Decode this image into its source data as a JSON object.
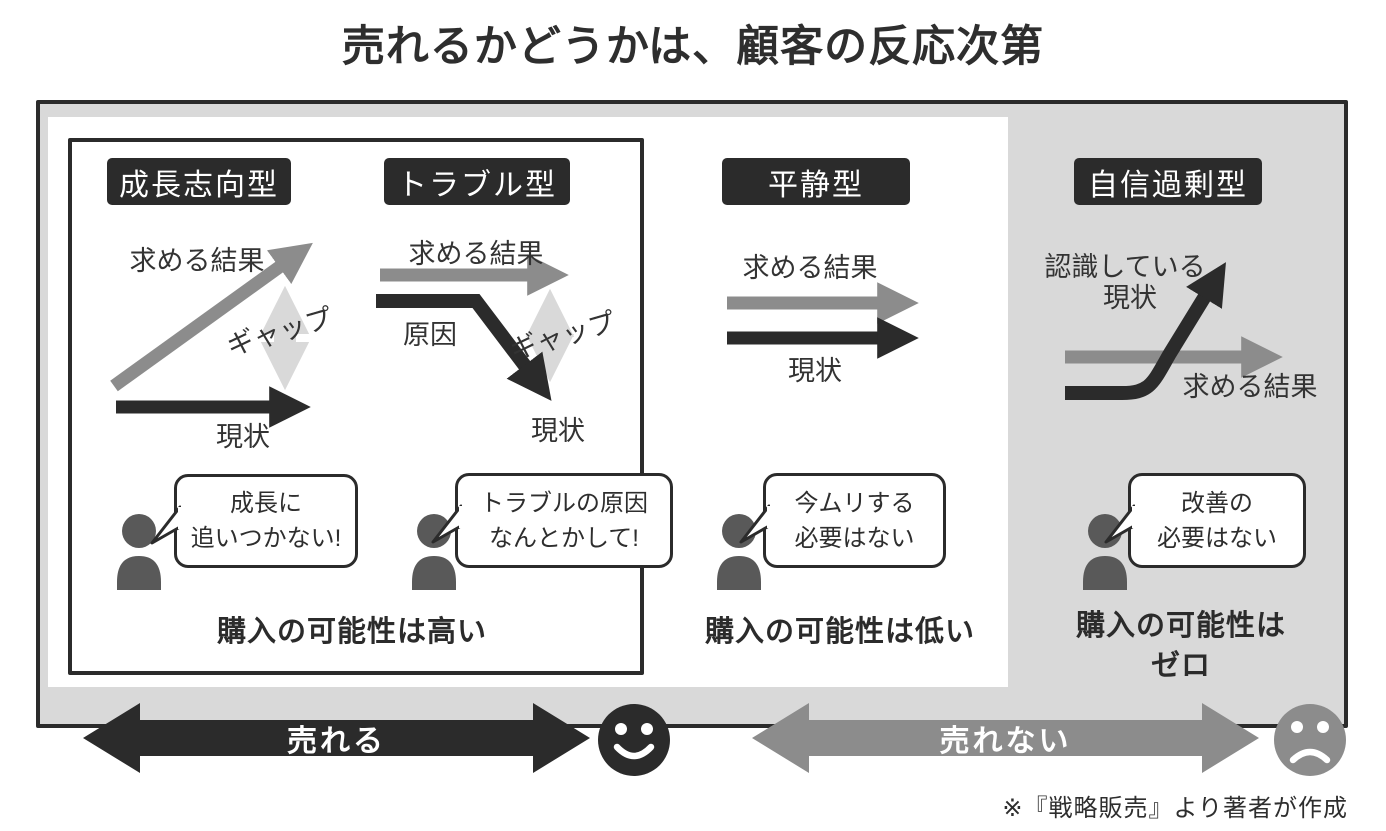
{
  "title": "売れるかどうかは、顧客の反応次第",
  "caption": "※『戦略販売』より著者が作成",
  "colors": {
    "black": "#2b2b2b",
    "gray_arrow": "#8c8c8c",
    "light_gray": "#d9d9d9",
    "person_gray": "#595959"
  },
  "panels": [
    {
      "label": "成長志向型",
      "desired_label": "求める結果",
      "gap_label": "ギャップ",
      "current_label": "現状",
      "bubble_line1": "成長に",
      "bubble_line2": "追いつかない!"
    },
    {
      "label": "トラブル型",
      "desired_label": "求める結果",
      "cause_label": "原因",
      "gap_label": "ギャップ",
      "current_label": "現状",
      "bubble_line1": "トラブルの原因",
      "bubble_line2": "なんとかして!"
    },
    {
      "label": "平静型",
      "desired_label": "求める結果",
      "current_label": "現状",
      "bubble_line1": "今ムリする",
      "bubble_line2": "必要はない"
    },
    {
      "label": "自信過剰型",
      "perceived_line1": "認識している",
      "perceived_line2": "現状",
      "desired_label": "求める結果",
      "bubble_line1": "改善の",
      "bubble_line2": "必要はない"
    }
  ],
  "outcomes": {
    "high": "購入の可能性は高い",
    "low": "購入の可能性は低い",
    "zero_line1": "購入の可能性は",
    "zero_line2": "ゼロ"
  },
  "bottom_bar": {
    "sell_label": "売れる",
    "no_sell_label": "売れない"
  }
}
